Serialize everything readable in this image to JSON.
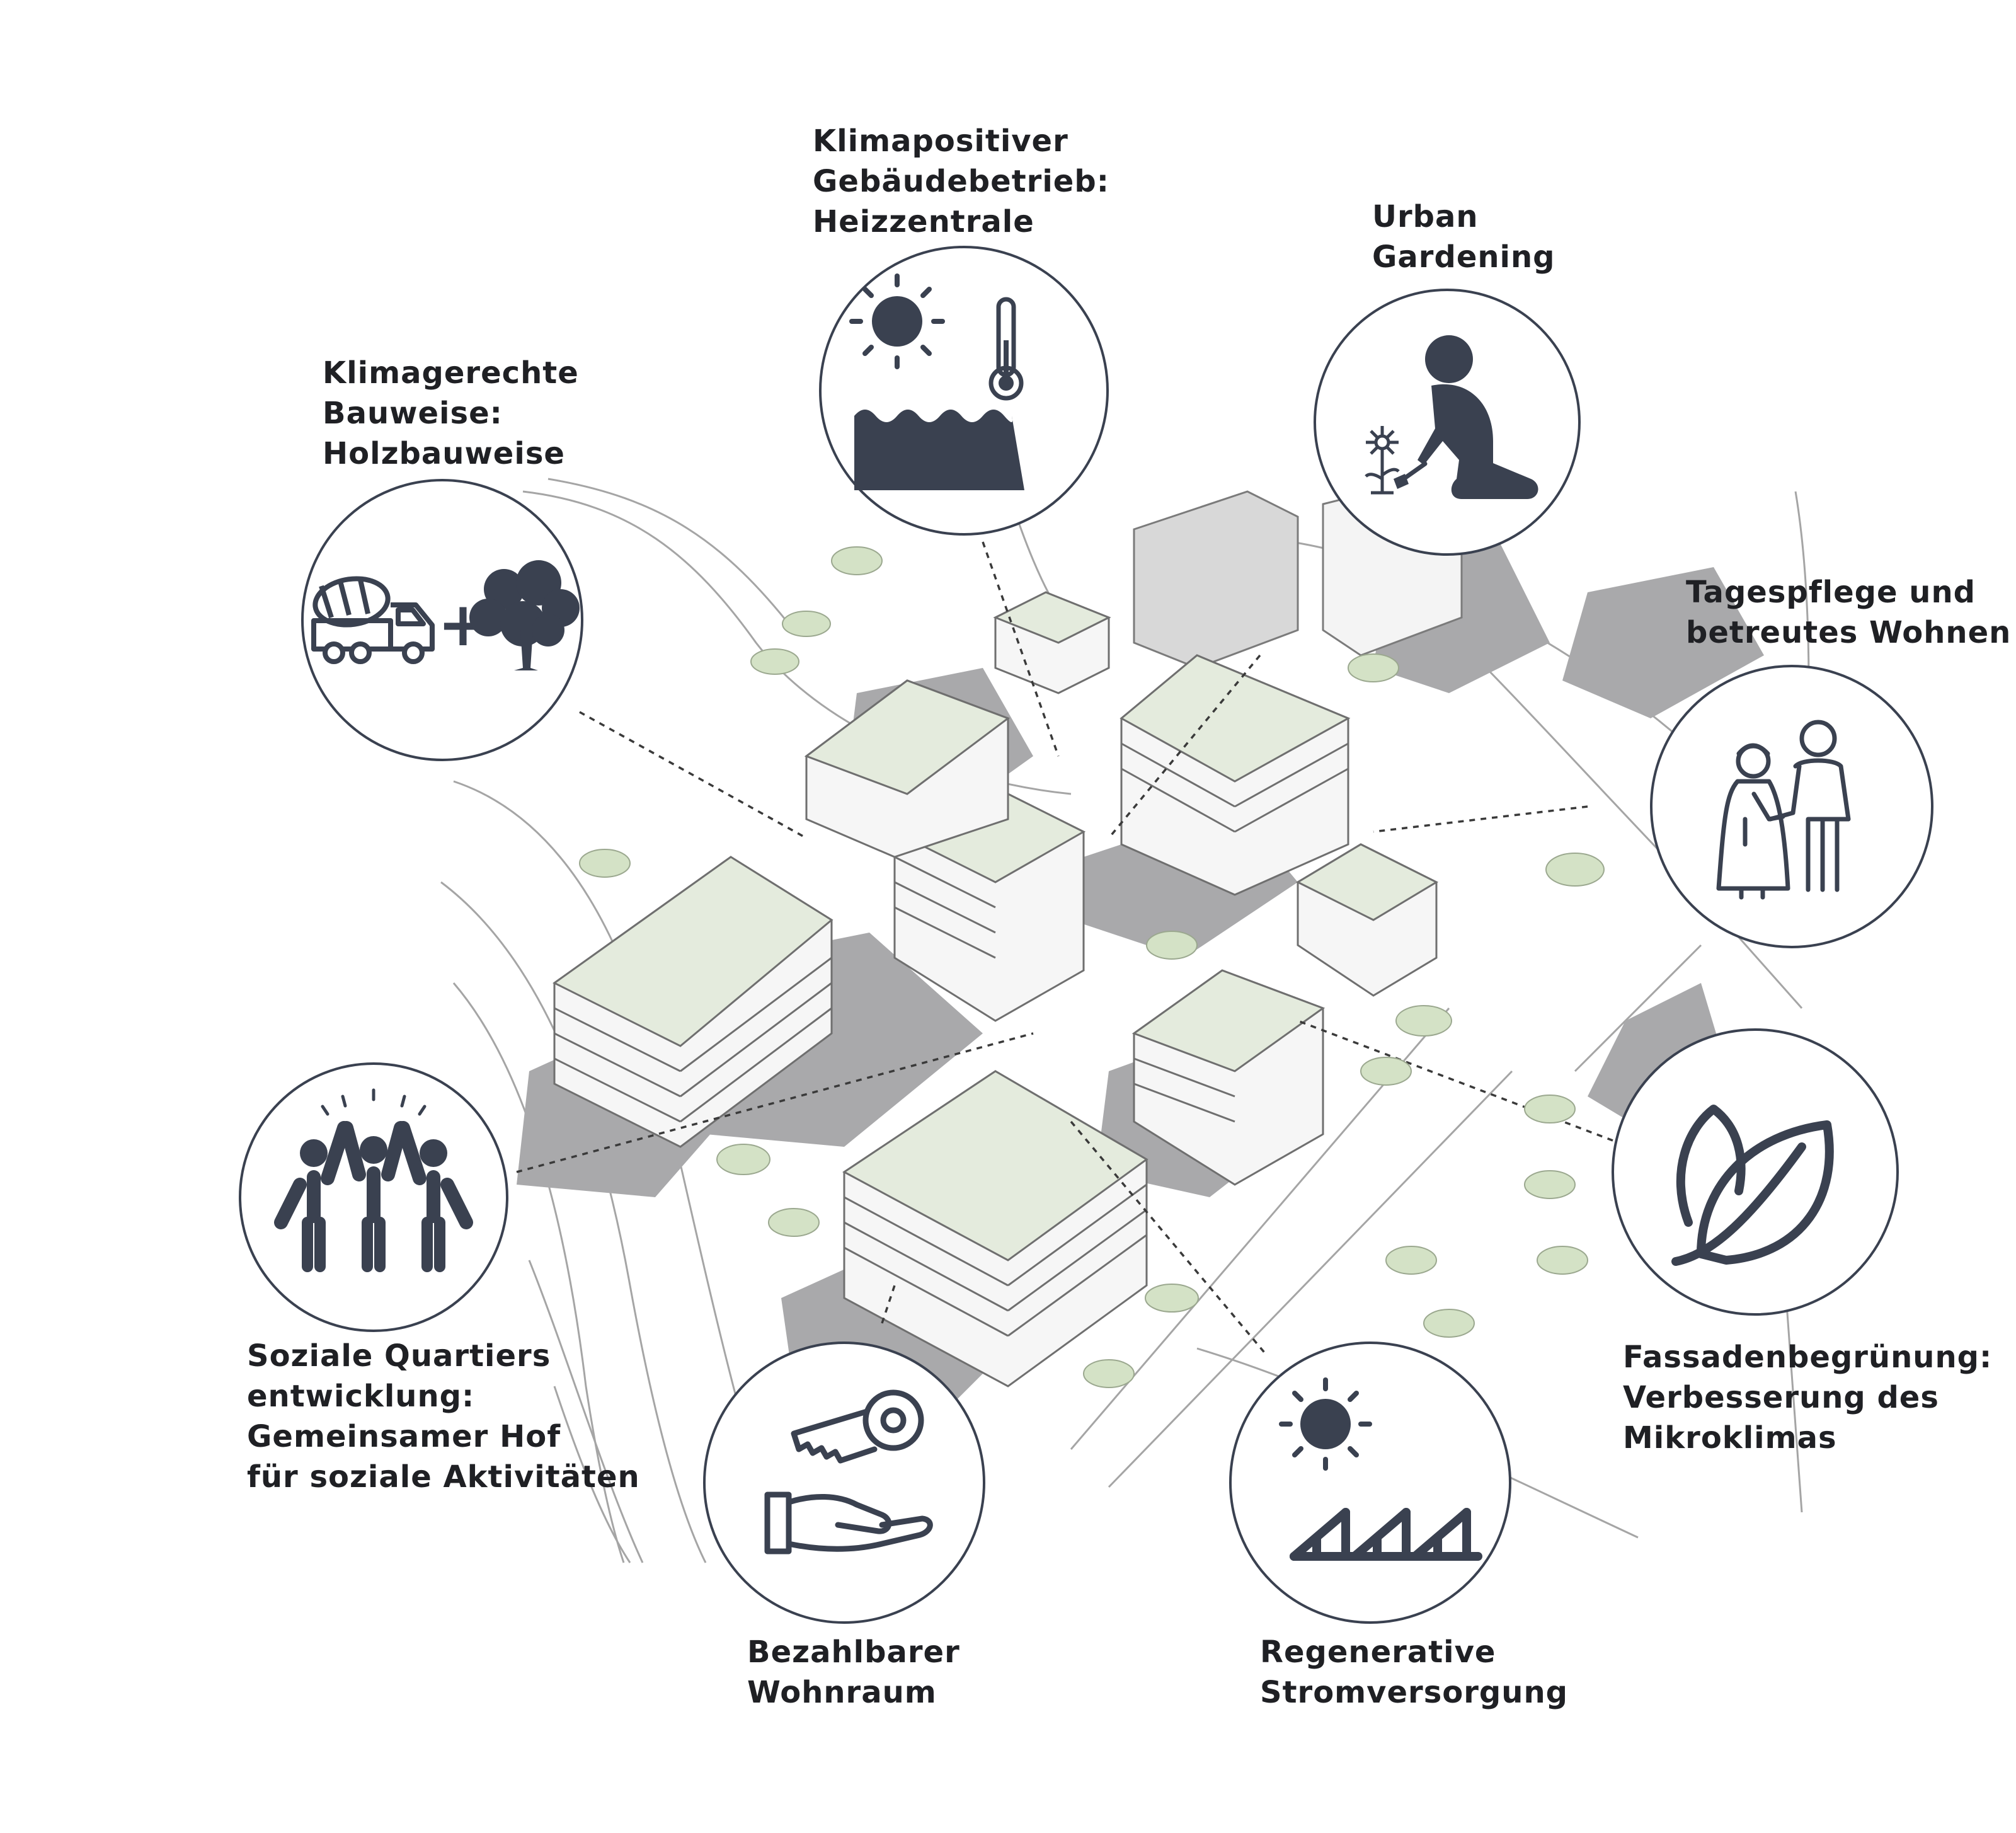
{
  "colors": {
    "icon": "#3a4150",
    "circle_stroke": "#3a4150",
    "shadow": "#a9a9ab",
    "roof": "#e4ebdd",
    "tree": "#d4e2c6",
    "line": "#8a8a8a",
    "background": "#ffffff"
  },
  "features": [
    {
      "id": "klimapositiv",
      "icon": "sun-thermometer-water-icon",
      "lines": [
        "Klimapositiver",
        "Gebäudebetrieb:",
        "Heizzentrale"
      ]
    },
    {
      "id": "urban-gardening",
      "icon": "gardener-icon",
      "lines": [
        "Urban",
        "Gardening"
      ]
    },
    {
      "id": "holzbau",
      "icon": "truck-plus-tree-icon",
      "symbol": "+",
      "lines": [
        "Klimagerechte",
        "Bauweise:",
        "Holzbauweise"
      ]
    },
    {
      "id": "tagespflege",
      "icon": "elderly-care-icon",
      "lines": [
        "Tagespflege und",
        "betreutes Wohnen"
      ]
    },
    {
      "id": "soziale-quartiersentwicklung",
      "icon": "people-high-five-icon",
      "lines": [
        "Soziale Quartiers",
        "entwicklung:",
        "Gemeinsamer Hof",
        "für soziale Aktivitäten"
      ]
    },
    {
      "id": "fassadenbegruenung",
      "icon": "leaf-icon",
      "lines": [
        "Fassadenbegrünung:",
        "Verbesserung des",
        "Mikroklimas"
      ]
    },
    {
      "id": "bezahlbarer-wohnraum",
      "icon": "key-in-hand-icon",
      "lines": [
        "Bezahlbarer",
        "Wohnraum"
      ]
    },
    {
      "id": "regenerative-strom",
      "icon": "sun-solar-panels-icon",
      "lines": [
        "Regenerative",
        "Stromversorgung"
      ]
    }
  ]
}
